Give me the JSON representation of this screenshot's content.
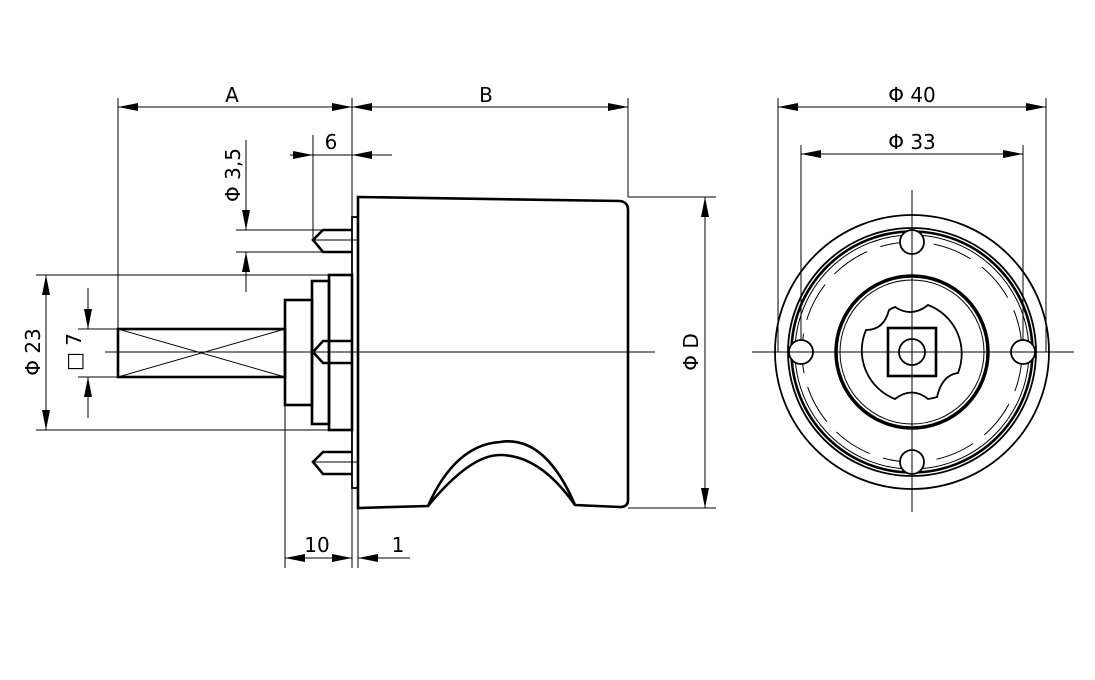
{
  "drawing": {
    "side_view": {
      "dim_a": "A",
      "dim_b": "B",
      "dim_pin_offset": "6",
      "dim_pin_diameter": "Φ 3,5",
      "dim_hub_diameter": "Φ 23",
      "dim_shaft_square": "□ 7",
      "dim_hub_length": "10",
      "dim_flange_thickness": "1",
      "dim_body_diameter": "Φ D"
    },
    "front_view": {
      "dim_outer_diameter": "Φ 40",
      "dim_bolt_circle": "Φ 33"
    }
  }
}
